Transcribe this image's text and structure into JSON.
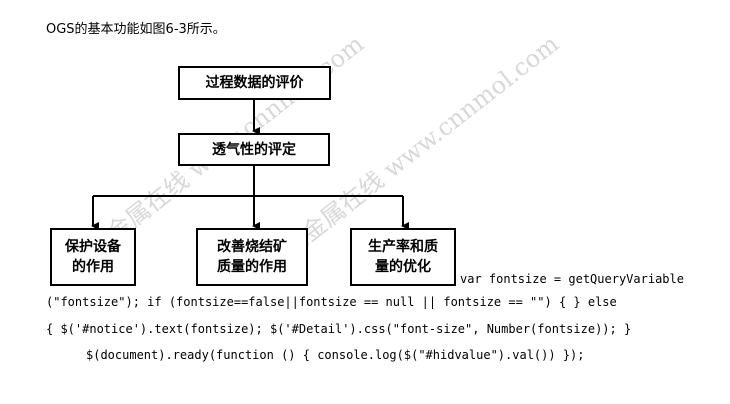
{
  "intro": "OGS的基本功能如图6-3所示。",
  "watermark": [
    "有色金属在线",
    "www.cnnmol.com"
  ],
  "diagram": {
    "top": "过程数据的评价",
    "middle": "透气性的评定",
    "leaves": [
      [
        "保护设备",
        "的作用"
      ],
      [
        "改善烧结矿",
        "质量的作用"
      ],
      [
        "生产率和质",
        "量的优化"
      ]
    ]
  },
  "code": [
    "var fontsize = getQueryVariable",
    "(\"fontsize\"); if (fontsize==false||fontsize == null || fontsize == \"\") { } else",
    "{ $('#notice').text(fontsize); $('#Detail').css(\"font-size\", Number(fontsize)); }",
    "$(document).ready(function () { console.log($(\"#hidvalue\").val()) });"
  ]
}
